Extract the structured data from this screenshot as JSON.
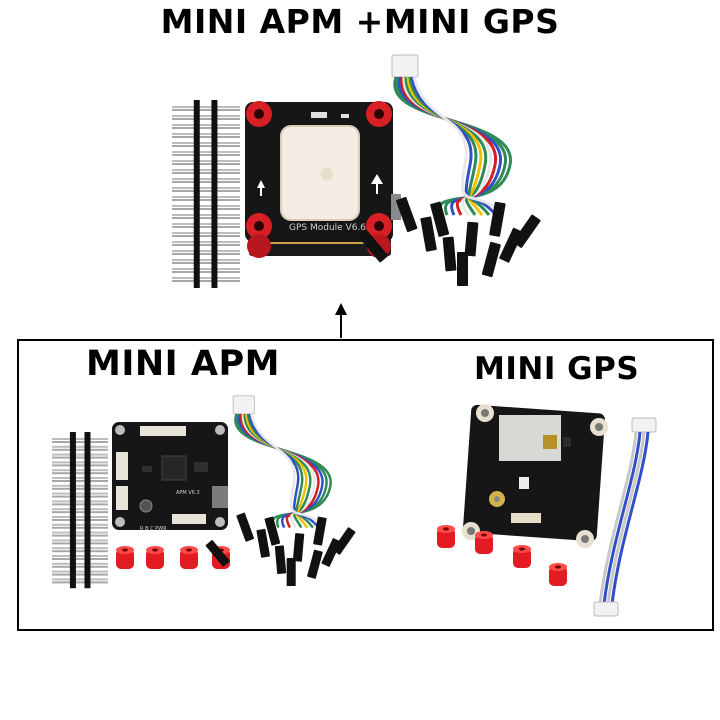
{
  "titles": {
    "main": "MINI APM +MINI GPS",
    "apm": "MINI APM",
    "gps": "MINI GPS"
  },
  "board_labels": {
    "gps_module": "GPS Module V6.6",
    "apm_board": "APM V6.3",
    "rc_label": "R B C PWR"
  },
  "colors": {
    "pcb": "#161616",
    "bracket": "#d81f26",
    "antenna": "#f4ece2",
    "header_pins": "#b8b8b8",
    "wire_green": "#2e8b57",
    "wire_blue": "#3050c8",
    "wire_red": "#d02020"
  },
  "icons": [
    "pin-header-icon",
    "gps-stack-icon",
    "jumper-wires-icon",
    "arrow-up-icon",
    "apm-board-icon",
    "standoff-icon",
    "gps-board-icon",
    "ribbon-cable-icon"
  ]
}
